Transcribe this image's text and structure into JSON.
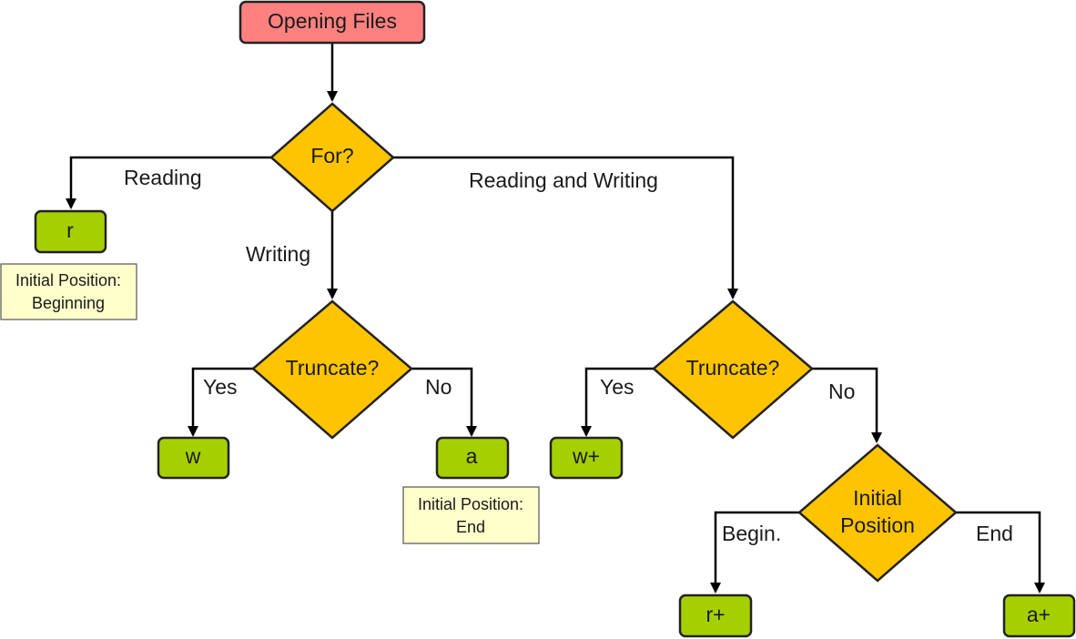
{
  "start": {
    "label": "Opening Files"
  },
  "decisions": {
    "purpose": {
      "label": "For?"
    },
    "truncate_writing": {
      "label": "Truncate?"
    },
    "truncate_rw": {
      "label": "Truncate?"
    },
    "initial_position": {
      "line1": "Initial",
      "line2": "Position"
    }
  },
  "edge_labels": {
    "reading": "Reading",
    "writing": "Writing",
    "reading_and_writing": "Reading and Writing",
    "yes_writing": "Yes",
    "no_writing": "No",
    "yes_rw": "Yes",
    "no_rw": "No",
    "begin": "Begin.",
    "end": "End"
  },
  "modes": {
    "r": "r",
    "w": "w",
    "a": "a",
    "w_plus": "w+",
    "r_plus": "r+",
    "a_plus": "a+"
  },
  "notes": {
    "r_note": {
      "line1": "Initial Position:",
      "line2": "Beginning"
    },
    "a_note": {
      "line1": "Initial Position:",
      "line2": "End"
    }
  },
  "colors": {
    "start": "#fe8180",
    "decision": "#ffc400",
    "mode": "#a6cf00",
    "note": "#ffffcc",
    "line": "#000000"
  }
}
